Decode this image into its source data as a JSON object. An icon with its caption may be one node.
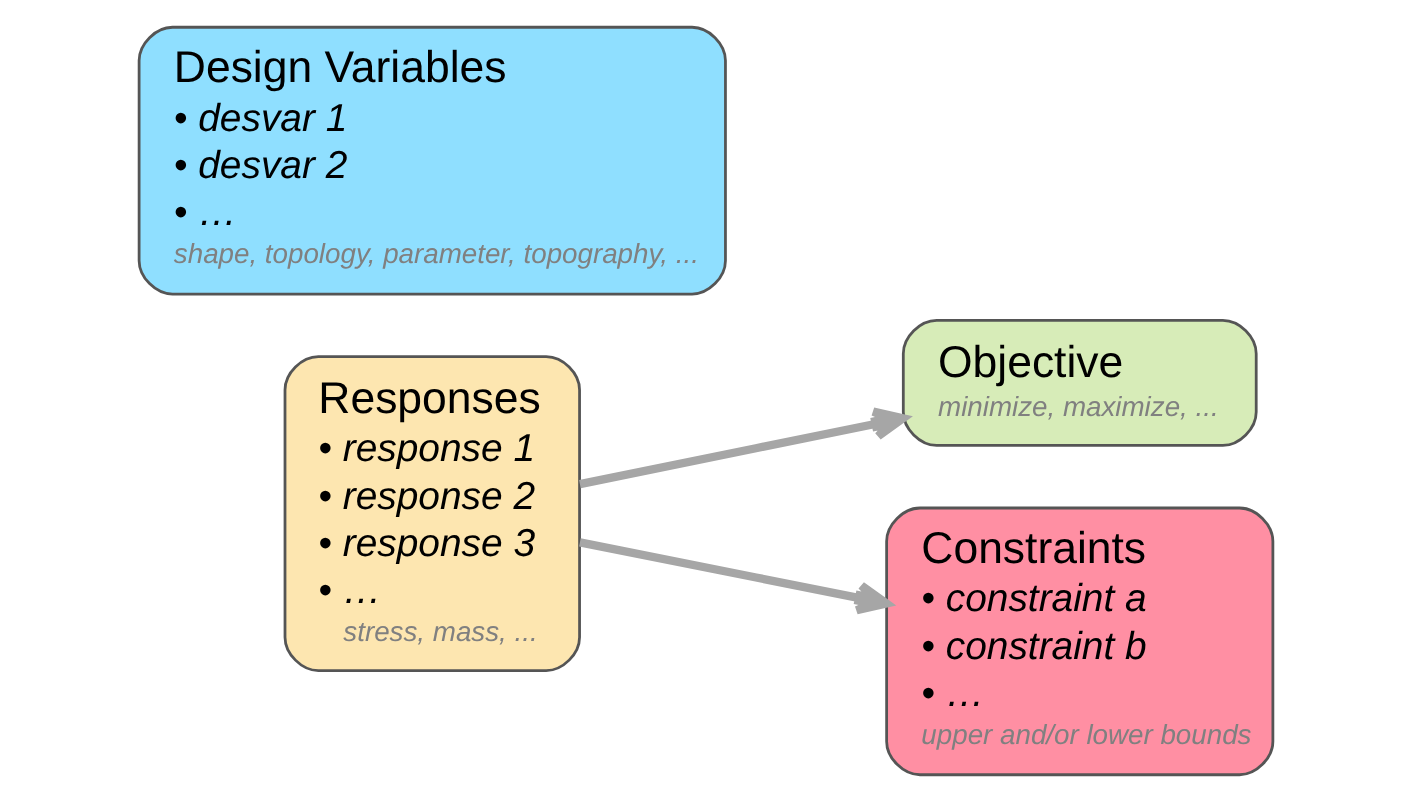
{
  "diagram": {
    "nodes": [
      {
        "text": [
          "Design Variables",
          "• desvar 1",
          "• desvar 2",
          "• …",
          "shape, topology, parameter, topography, ..."
        ]
      },
      {
        "text": [
          "Responses",
          "• response 1",
          "• response 2",
          "• response 3",
          "• …",
          "stress, mass, ..."
        ]
      },
      {
        "text": [
          "Objective",
          "minimize, maximize, ..."
        ]
      },
      {
        "text": [
          "Constraints",
          "• constraint a",
          "• constraint b",
          "• …",
          "upper and/or lower bounds"
        ]
      }
    ],
    "edges": [
      {
        "from": 1,
        "to": 2,
        "arrow": "to"
      },
      {
        "from": 1,
        "to": 3,
        "arrow": "to"
      }
    ]
  }
}
